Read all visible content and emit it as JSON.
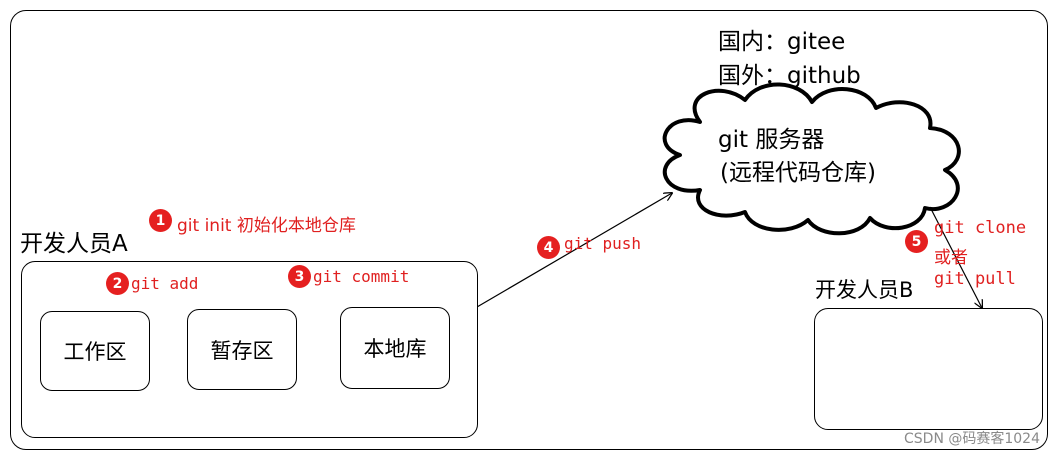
{
  "developer_a": {
    "label": "开发人员A",
    "areas": {
      "workspace": "工作区",
      "staging": "暂存区",
      "local_repo": "本地库"
    }
  },
  "developer_b": {
    "label": "开发人员B"
  },
  "server": {
    "domestic": "国内：gitee",
    "foreign": "国外：github",
    "name": "git 服务器",
    "subtitle": "(远程代码仓库)"
  },
  "steps": [
    {
      "number": "1",
      "command": "git init 初始化本地仓库"
    },
    {
      "number": "2",
      "command": "git add"
    },
    {
      "number": "3",
      "command": "git commit"
    },
    {
      "number": "4",
      "command": "git push"
    },
    {
      "number": "5",
      "command": "git clone",
      "middle": "或者",
      "alt": "git pull"
    }
  ],
  "watermark": "CSDN @码赛客1024",
  "colors": {
    "annotation": "#e02020",
    "badge": "#e52020",
    "line": "#000000"
  }
}
